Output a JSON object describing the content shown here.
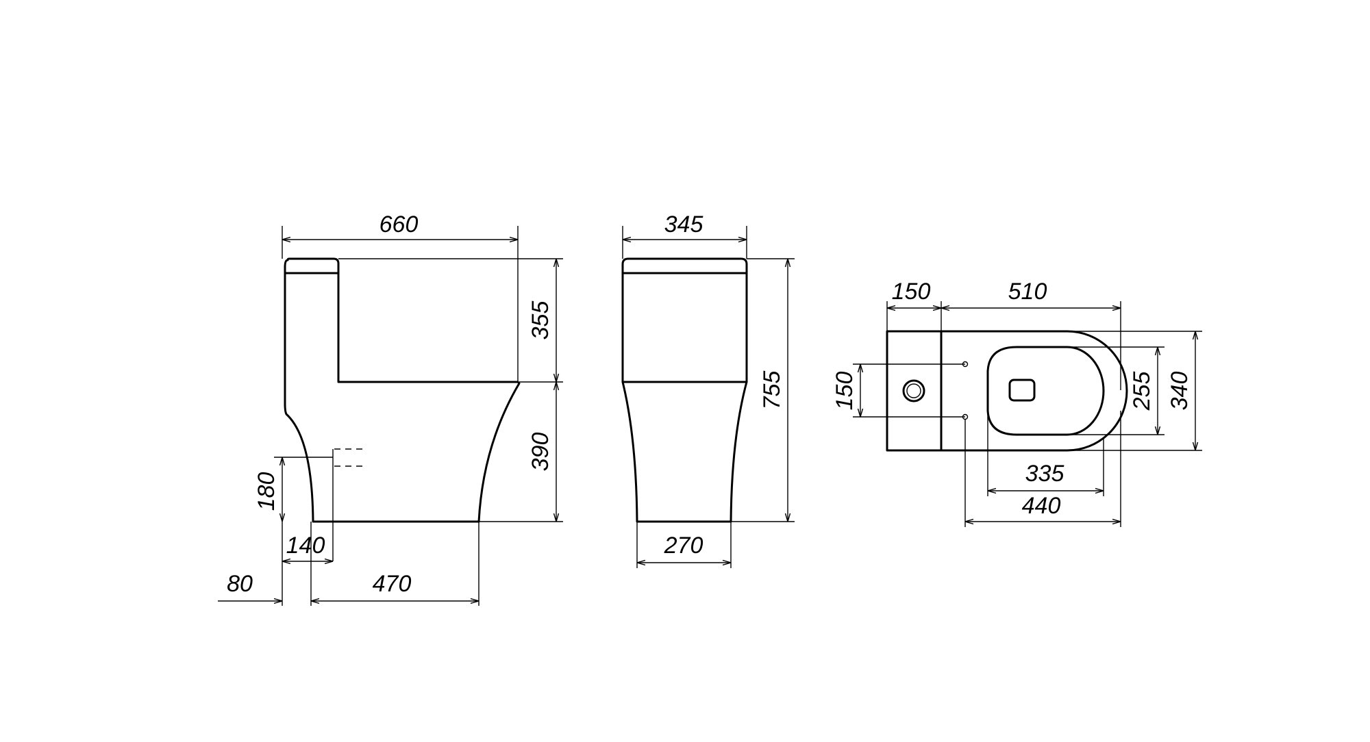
{
  "colors": {
    "background": "#ffffff",
    "ink": "#000000"
  },
  "side_view": {
    "overall_length": "660",
    "tank_height": "355",
    "bowl_height": "390",
    "outlet_height": "180",
    "outlet_offset": "140",
    "wall_gap": "80",
    "base_length": "470"
  },
  "front_view": {
    "top_width": "345",
    "total_height": "755",
    "base_width": "270"
  },
  "top_view": {
    "tank_depth": "150",
    "bowl_length": "510",
    "bolt_spacing": "150",
    "seat_width": "255",
    "overall_width": "340",
    "seat_length": "335",
    "bowl_base_length": "440"
  }
}
